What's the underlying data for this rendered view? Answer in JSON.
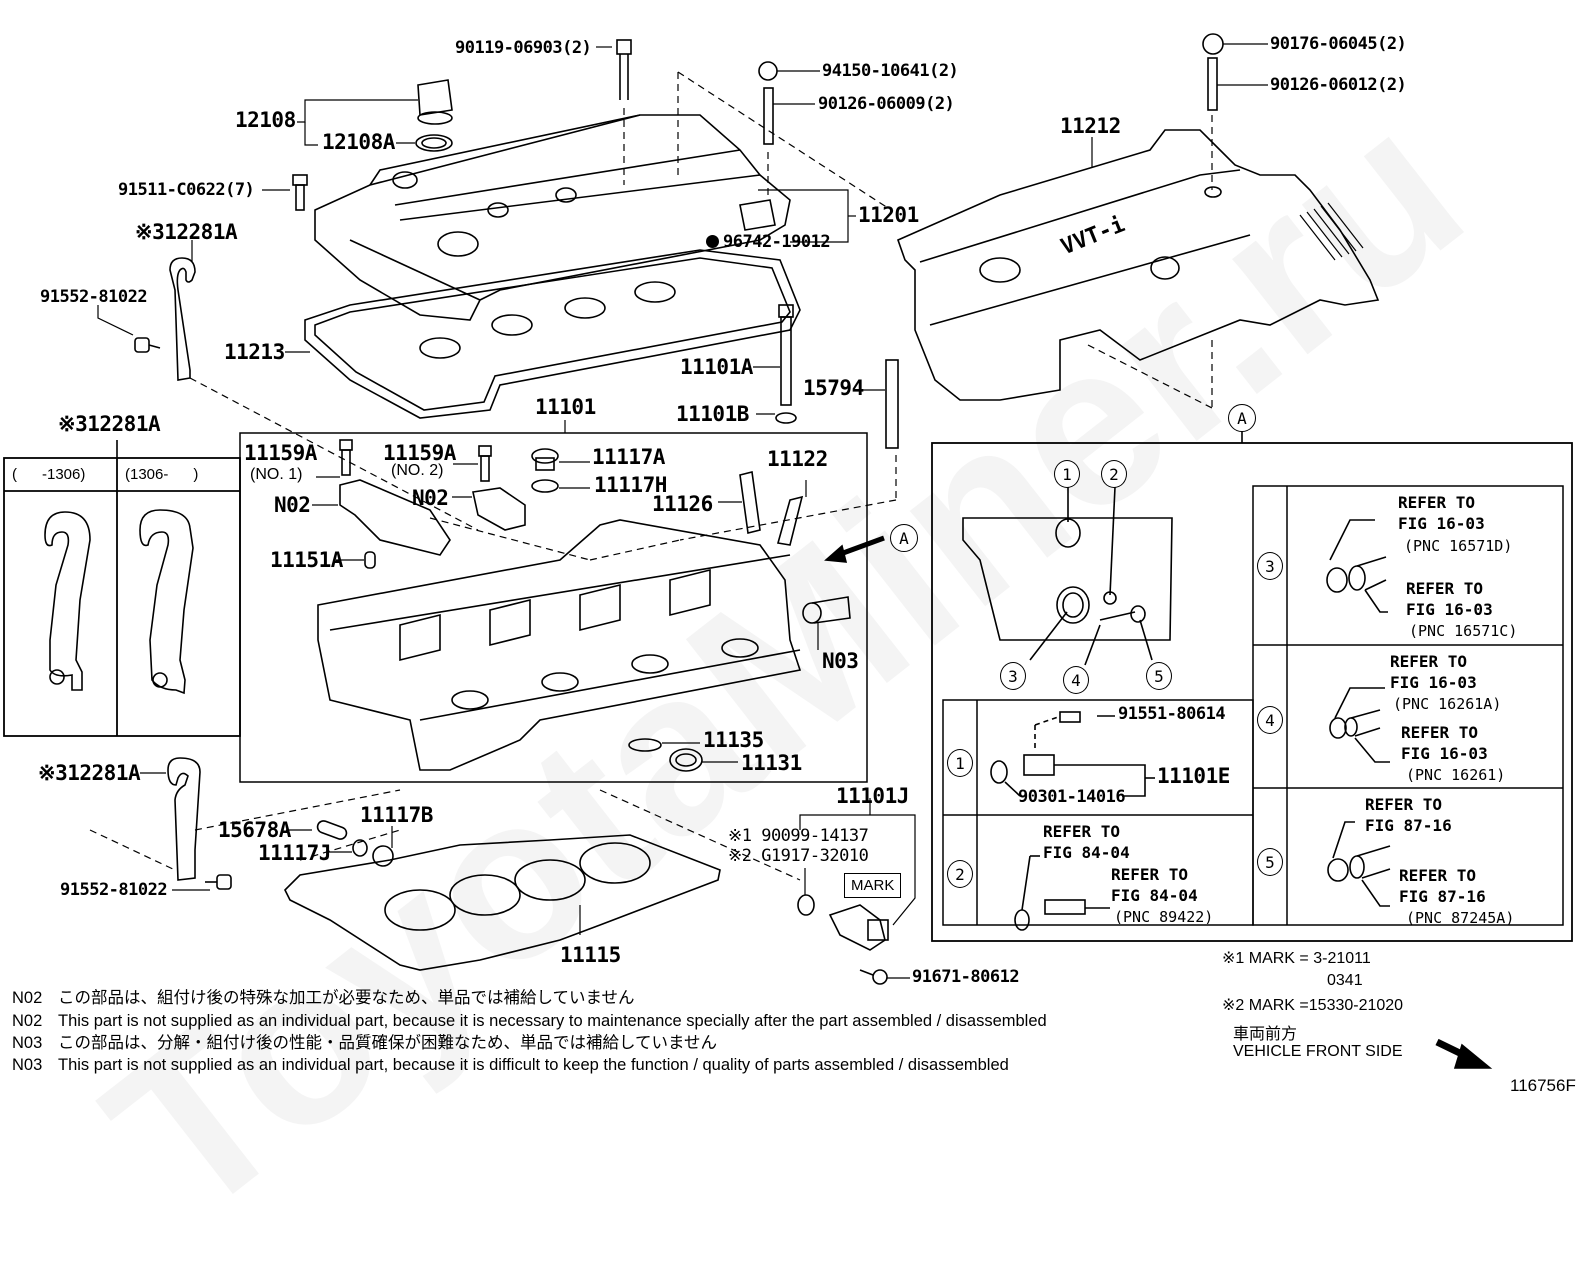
{
  "diagram": {
    "figure_id": "116756F",
    "watermark": "ToyotaMiner.ru",
    "vehicle_front": {
      "jp": "車両前方",
      "en": "VEHICLE FRONT SIDE"
    },
    "callouts": {
      "p90119": "90119-06903(2)",
      "p94150": "94150-10641(2)",
      "p90126a": "90126-06009(2)",
      "p90176": "90176-06045(2)",
      "p90126b": "90126-06012(2)",
      "p12108": "12108",
      "p12108A": "12108A",
      "p91511": "91511-C0622(7)",
      "p12281A_top_mark": "※3",
      "p12281A_top": "12281A",
      "p91552_top": "91552-81022",
      "p11213": "11213",
      "p11201": "11201",
      "p96742": "96742-19012",
      "p11212": "11212",
      "p11101A": "11101A",
      "p15794": "15794",
      "p11101B": "11101B",
      "p11101": "11101",
      "p11159A_1": "11159A",
      "p11159A_1_sub": "(NO. 1)",
      "p11159A_2": "11159A",
      "p11159A_2_sub": "(NO. 2)",
      "p11117A": "11117A",
      "p11117H": "11117H",
      "p11122": "11122",
      "p11126": "11126",
      "pN02_1": "N02",
      "pN02_2": "N02",
      "p11151A": "11151A",
      "pN03": "N03",
      "p11135": "11135",
      "p11131": "11131",
      "view_A": "A",
      "p12281A_bot_mark": "※3",
      "p12281A_bot": "12281A",
      "p91552_bot": "91552-81022",
      "p15678A": "15678A",
      "p11117B": "11117B",
      "p11117J": "11117J",
      "p11115": "11115",
      "p11101J": "11101J",
      "p90099": "※1 90099-14137",
      "pG1917": "※2 G1917-32010",
      "mark_label": "MARK",
      "p91671": "91671-80612"
    },
    "variant_table": {
      "title_mark": "※3",
      "title": "12281A",
      "columns": [
        "(      -1306)",
        "(1306-      )"
      ]
    },
    "detail_A": {
      "label": "A",
      "markers": [
        "1",
        "2",
        "3",
        "4",
        "5"
      ],
      "cell1": {
        "num": "1",
        "bolt": "91551-80614",
        "ring": "90301-14016",
        "assy": "11101E"
      },
      "cell2": {
        "num": "2",
        "refer1": "REFER TO\nFIG 84-04",
        "refer2": "REFER TO\nFIG 84-04",
        "pnc2": "(PNC 89422)"
      },
      "cell3": {
        "num": "3",
        "refer1": "REFER TO\nFIG 16-03",
        "pnc1": "(PNC 16571D)",
        "refer2": "REFER TO\nFIG 16-03",
        "pnc2": "(PNC 16571C)"
      },
      "cell4": {
        "num": "4",
        "refer1": "REFER TO\nFIG 16-03",
        "pnc1": "(PNC 16261A)",
        "refer2": "REFER TO\nFIG 16-03",
        "pnc2": "(PNC 16261)"
      },
      "cell5": {
        "num": "5",
        "refer1": "REFER TO\nFIG 87-16",
        "refer2": "REFER TO\nFIG 87-16",
        "pnc2": "(PNC 87245A)"
      }
    },
    "mark_notes": [
      "※1 MARK = 3-21011",
      "0341",
      "※2 MARK =15330-21020"
    ],
    "notes": [
      {
        "code": "N02",
        "text": "この部品は、組付け後の特殊な加工が必要なため、単品では補給していません"
      },
      {
        "code": "N02",
        "text": "This part is not supplied as an individual part, because it is necessary to maintenance specially after the part assembled / disassembled"
      },
      {
        "code": "N03",
        "text": "この部品は、分解・組付け後の性能・品質確保が困難なため、単品では補給していません"
      },
      {
        "code": "N03",
        "text": "This part is not supplied as an individual part, because it is difficult to keep the function / quality of parts  assembled / disassembled"
      }
    ]
  }
}
